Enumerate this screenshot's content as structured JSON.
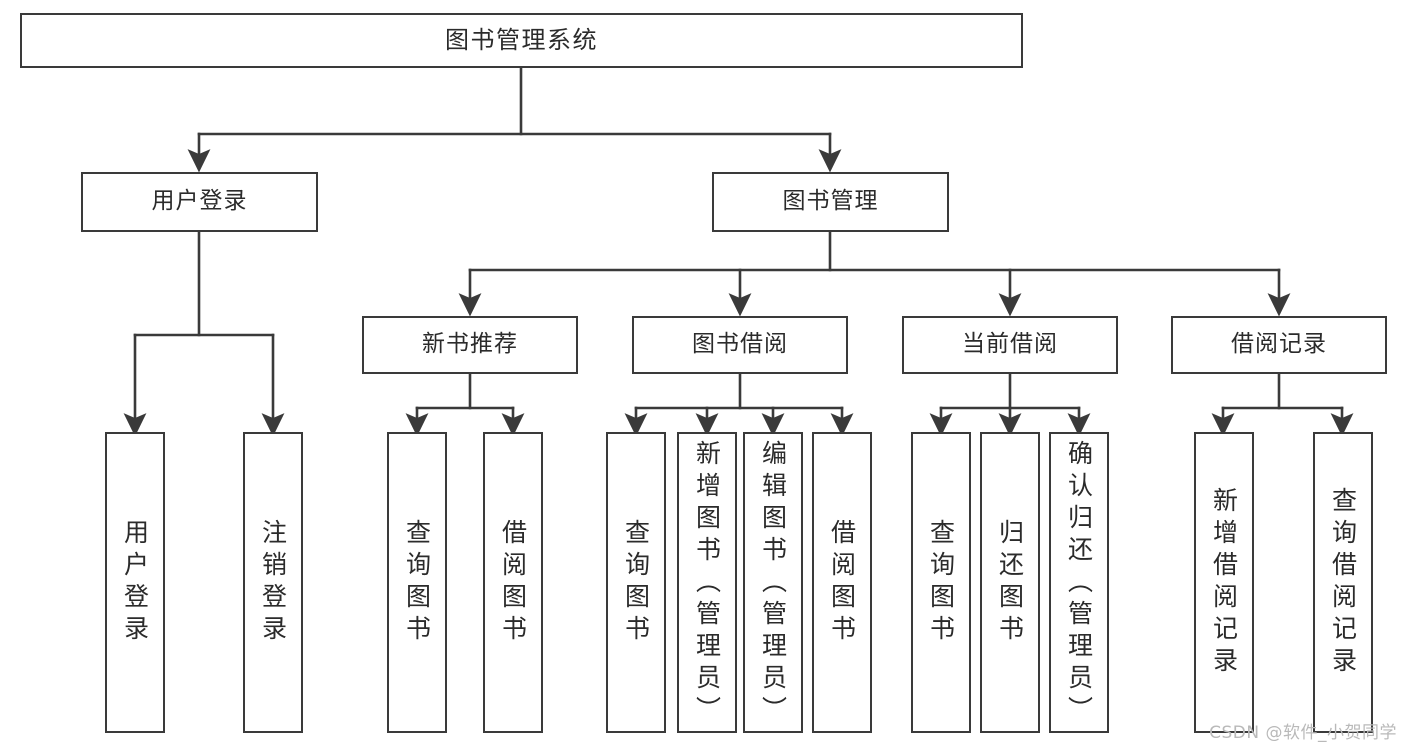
{
  "diagram": {
    "title": "图书管理系统",
    "type": "hierarchy-tree",
    "orientation": "top-down",
    "colors": {
      "box_border": "#3a3a3a",
      "box_fill": "#ffffff",
      "edge": "#3a3a3a",
      "text": "#2b2b2b",
      "background": "#ffffff",
      "watermark": "#b9b9b9"
    },
    "nodes": {
      "root": {
        "label": "图书管理系统"
      },
      "level1": [
        {
          "id": "user-login",
          "label": "用户登录"
        },
        {
          "id": "book-manage",
          "label": "图书管理"
        }
      ],
      "level2": [
        {
          "id": "new-book-recommend",
          "label": "新书推荐"
        },
        {
          "id": "book-borrow",
          "label": "图书借阅"
        },
        {
          "id": "current-borrow",
          "label": "当前借阅"
        },
        {
          "id": "borrow-record",
          "label": "借阅记录"
        }
      ],
      "leaves": {
        "user-login": [
          {
            "id": "leaf-user-login",
            "label": "用户登录"
          },
          {
            "id": "leaf-logout-login",
            "label": "注销登录"
          }
        ],
        "new-book-recommend": [
          {
            "id": "leaf-query-book-1",
            "label": "查询图书"
          },
          {
            "id": "leaf-borrow-book-1",
            "label": "借阅图书"
          }
        ],
        "book-borrow": [
          {
            "id": "leaf-query-book-2",
            "label": "查询图书"
          },
          {
            "id": "leaf-add-book-admin",
            "label": "新增图书（管理员）"
          },
          {
            "id": "leaf-edit-book-admin",
            "label": "编辑图书（管理员）"
          },
          {
            "id": "leaf-borrow-book-2",
            "label": "借阅图书"
          }
        ],
        "current-borrow": [
          {
            "id": "leaf-query-book-3",
            "label": "查询图书"
          },
          {
            "id": "leaf-return-book",
            "label": "归还图书"
          },
          {
            "id": "leaf-confirm-return-admin",
            "label": "确认归还（管理员）"
          }
        ],
        "borrow-record": [
          {
            "id": "leaf-add-borrow-record",
            "label": "新增借阅记录"
          },
          {
            "id": "leaf-query-borrow-record",
            "label": "查询借阅记录"
          }
        ]
      }
    }
  },
  "watermark": {
    "text": "CSDN @软件_小贺同学"
  }
}
